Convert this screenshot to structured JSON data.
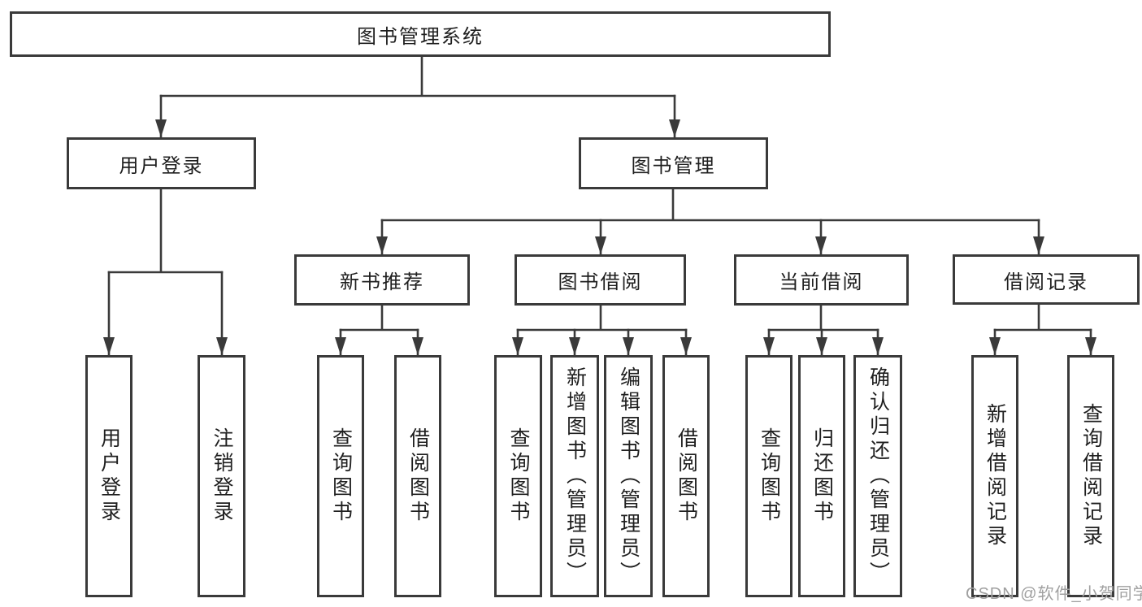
{
  "diagram": {
    "type": "hierarchy-tree",
    "tree": {
      "label": "图书管理系统",
      "children": [
        {
          "label": "用户登录",
          "children": [
            {
              "label": "用户登录"
            },
            {
              "label": "注销登录"
            }
          ]
        },
        {
          "label": "图书管理",
          "children": [
            {
              "label": "新书推荐",
              "children": [
                {
                  "label": "查询图书"
                },
                {
                  "label": "借阅图书"
                }
              ]
            },
            {
              "label": "图书借阅",
              "children": [
                {
                  "label": "查询图书"
                },
                {
                  "label": "新增图书（管理员）"
                },
                {
                  "label": "编辑图书（管理员）"
                },
                {
                  "label": "借阅图书"
                }
              ]
            },
            {
              "label": "当前借阅",
              "children": [
                {
                  "label": "查询图书"
                },
                {
                  "label": "归还图书"
                },
                {
                  "label": "确认归还（管理员）"
                }
              ]
            },
            {
              "label": "借阅记录",
              "children": [
                {
                  "label": "新增借阅记录"
                },
                {
                  "label": "查询借阅记录"
                }
              ]
            }
          ]
        }
      ]
    }
  },
  "watermark": {
    "text": "CSDN @软件_小贺同学"
  },
  "colors": {
    "line": "#3a3a3a",
    "text": "#1f1f1f",
    "watermark": "#a0a0a0",
    "background": "#ffffff"
  }
}
